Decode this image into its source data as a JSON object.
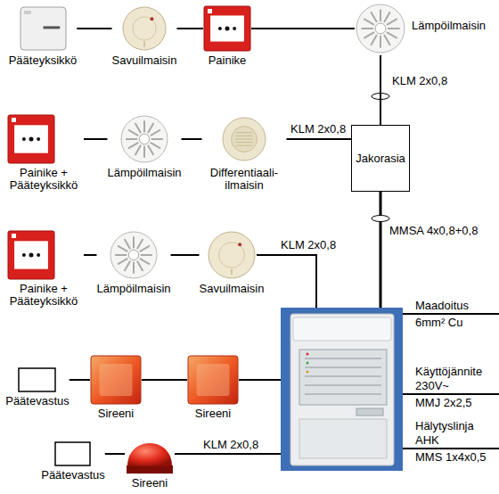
{
  "diagram": {
    "nodes": [
      {
        "text": [
          "Pääteyksikkö"
        ]
      },
      {
        "text": [
          "Savuilmaisin"
        ]
      },
      {
        "text": [
          "Painike"
        ]
      },
      {
        "text": [
          "Lämpöilmaisin"
        ]
      },
      {
        "text": [
          "Painike + Pääteyksikkö"
        ]
      },
      {
        "text": [
          "Lämpöilmaisin"
        ]
      },
      {
        "text": [
          "Differentiaali-ilmaisin"
        ]
      },
      {
        "text": [
          "Jakorasia"
        ]
      },
      {
        "text": [
          "Painike + Pääteyksikkö"
        ]
      },
      {
        "text": [
          "Lämpöilmaisin"
        ]
      },
      {
        "text": [
          "Savuilmaisin"
        ]
      },
      {
        "text": [
          "Päätevastus"
        ]
      },
      {
        "text": [
          "Sireeni"
        ]
      },
      {
        "text": [
          "Sireeni"
        ]
      },
      {
        "text": [
          "Päätevastus"
        ]
      },
      {
        "text": [
          "Sireeni"
        ]
      }
    ],
    "edges": [
      {
        "from": 0,
        "to": 1,
        "arrow": "none"
      },
      {
        "from": 1,
        "to": 2,
        "arrow": "none"
      },
      {
        "from": 2,
        "to": 3,
        "arrow": "none"
      },
      {
        "from": 3,
        "to": 7,
        "label": "KLM 2x0,8",
        "arrow": "none"
      },
      {
        "from": 4,
        "to": 5,
        "arrow": "none"
      },
      {
        "from": 5,
        "to": 6,
        "arrow": "none"
      },
      {
        "from": 6,
        "to": 7,
        "label": "KLM 2x0,8",
        "arrow": "none"
      },
      {
        "from": 8,
        "to": 9,
        "arrow": "none"
      },
      {
        "from": 9,
        "to": 10,
        "arrow": "none"
      },
      {
        "from": 11,
        "to": 12,
        "arrow": "none"
      },
      {
        "from": 12,
        "to": 13,
        "arrow": "none"
      },
      {
        "from": 14,
        "to": 15,
        "arrow": "none"
      }
    ],
    "labels": [
      "MMSA 4x0,8+0,8",
      "KLM 2x0,8",
      "Maadoitus",
      "6mm² Cu",
      "Käyttöjännite",
      "230V~",
      "MMJ 2x2,5",
      "Hälytyslinja",
      "AHK",
      "MMS 1x4x0,5",
      "KLM 2x0,8"
    ]
  }
}
